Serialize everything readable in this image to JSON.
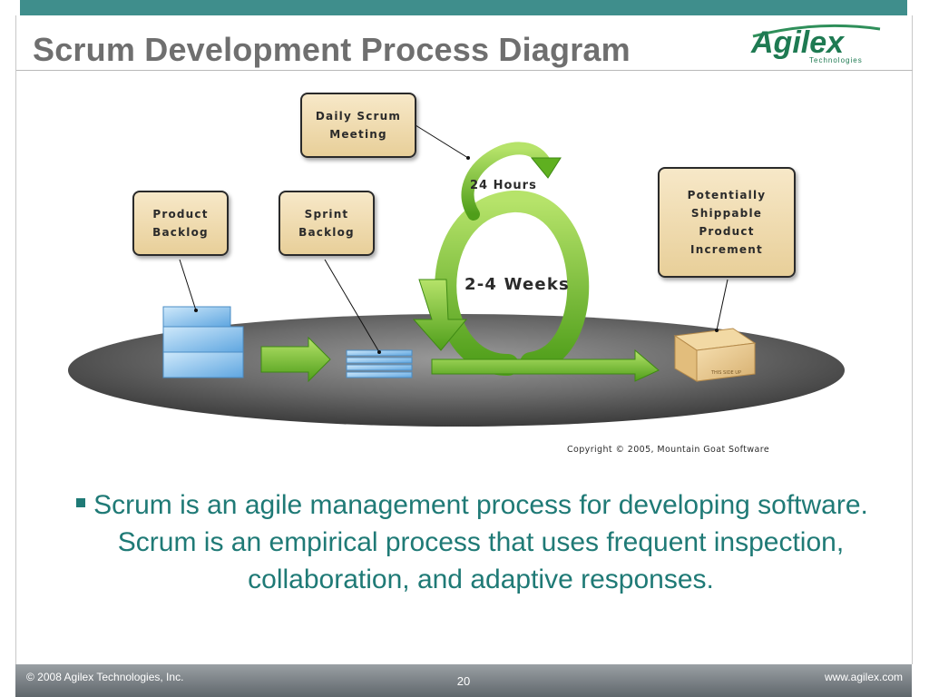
{
  "slide": {
    "title": "Scrum Development Process Diagram",
    "page_number": "20"
  },
  "logo": {
    "text": "Agilex",
    "subtext": "Technologies"
  },
  "diagram": {
    "labels": {
      "product_backlog": "Product\nBacklog",
      "sprint_backlog": "Sprint\nBacklog",
      "daily_scrum": "Daily Scrum\nMeeting",
      "increment": "Potentially\nShippable\nProduct\nIncrement"
    },
    "cycle_labels": {
      "daily": "24 Hours",
      "sprint": "2-4 Weeks"
    },
    "copyright": "Copyright © 2005, Mountain Goat Software",
    "box_text": "THIS SIDE UP"
  },
  "body": {
    "bullet": "Scrum is an agile management process for developing software. Scrum is an empirical process that uses frequent inspection, collaboration, and adaptive responses."
  },
  "footer": {
    "copyright": "© 2008 Agilex Technologies, Inc.",
    "website": "www.agilex.com"
  },
  "colors": {
    "accent": "#3f8e8c",
    "body_text": "#1f7a76",
    "title_text": "#6f6f6f",
    "arrow_green": "#6bbf2a"
  }
}
